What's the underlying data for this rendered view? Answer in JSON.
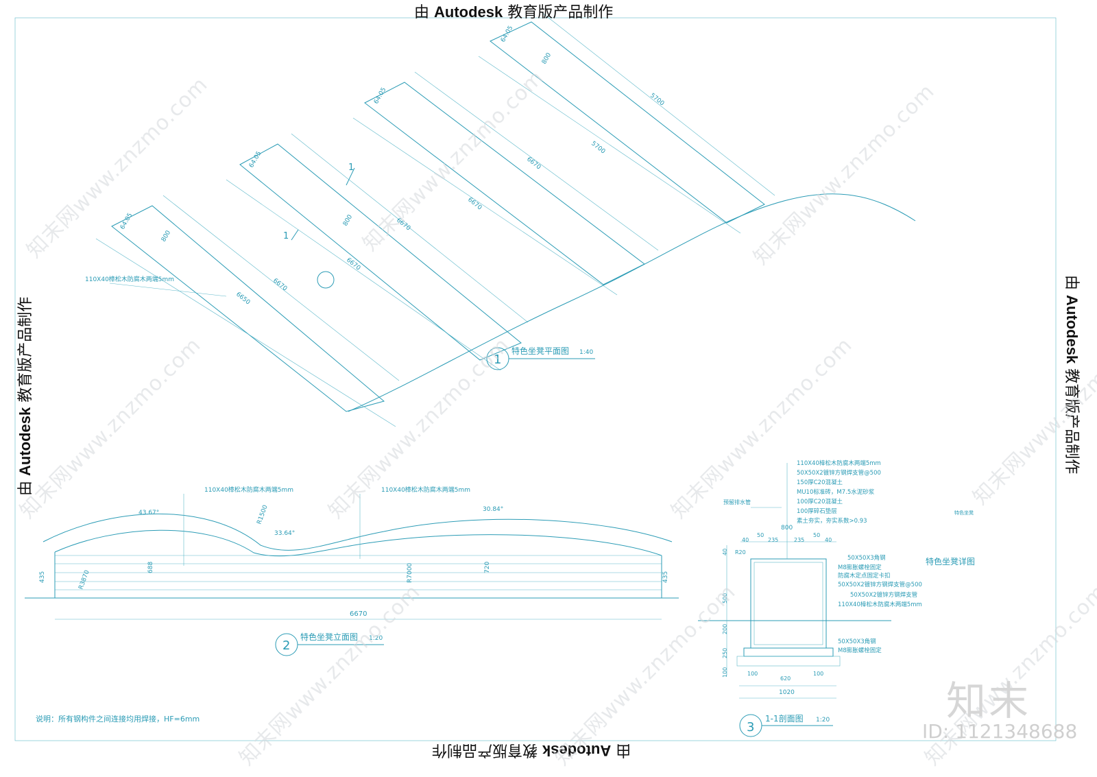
{
  "edu_banner": {
    "prefix": "由",
    "brand": "Autodesk",
    "suffix": "教育版产品制作"
  },
  "watermark": {
    "site": "知末网www.znzmo.com",
    "logo": "知末",
    "id": "ID: 1121348688"
  },
  "plan": {
    "title": "特色坐凳平面图",
    "scale": "1:40",
    "number": "1",
    "material_note": "110X40樟松木防腐木两端5mm",
    "section_mark": "1",
    "dims": [
      "6650",
      "6670",
      "6670",
      "6670",
      "6670",
      "6670",
      "5700"
    ],
    "angle": "64.05",
    "width": "800"
  },
  "elevation": {
    "title": "特色坐凳立面图",
    "scale": "1:20",
    "number": "2",
    "notes": [
      "110X40樟松木防腐木两端5mm",
      "110X40樟松木防腐木两端5mm"
    ],
    "arc_labels": [
      "43.67°",
      "33.64°",
      "30.84°"
    ],
    "radius": "R1500",
    "radius2": "R3870",
    "radius3": "R7000",
    "heights": [
      "435",
      "688",
      "720",
      "435"
    ],
    "length": "6670"
  },
  "section": {
    "title": "1-1剖面图",
    "scale": "1:20",
    "number": "3",
    "layers": [
      "110X40樟松木防腐木两端5mm",
      "50X50X2镀锌方钢焊支管@500",
      "150厚C20混凝土",
      "MU10标准砖，M7.5水泥砂浆",
      "100厚C20混凝土",
      "100厚碎石垫层",
      "素土夯实，夯实系数>0.93"
    ],
    "left_note": "预留排水管",
    "callouts": [
      "50X50X3角钢",
      "M8膨胀螺栓固定",
      "防腐木定点固定卡扣",
      "50X50X2镀锌方钢焊支管@500",
      "50X50X2镀锌方钢焊支管",
      "110X40樟松木防腐木两端5mm",
      "50X50X3角钢",
      "M8膨胀螺栓固定"
    ],
    "top_dims": [
      "800",
      "40",
      "50",
      "235",
      "235",
      "50",
      "40"
    ],
    "side_dims": [
      "40",
      "R20",
      "500",
      "200",
      "250",
      "100"
    ],
    "bottom_dims": [
      "100",
      "620",
      "100",
      "1020"
    ]
  },
  "side_label": "特色坐凳详图",
  "side_tag": "特色坐凳",
  "note": "说明：所有钢构件之间连接均用焊接，HF=6mm"
}
